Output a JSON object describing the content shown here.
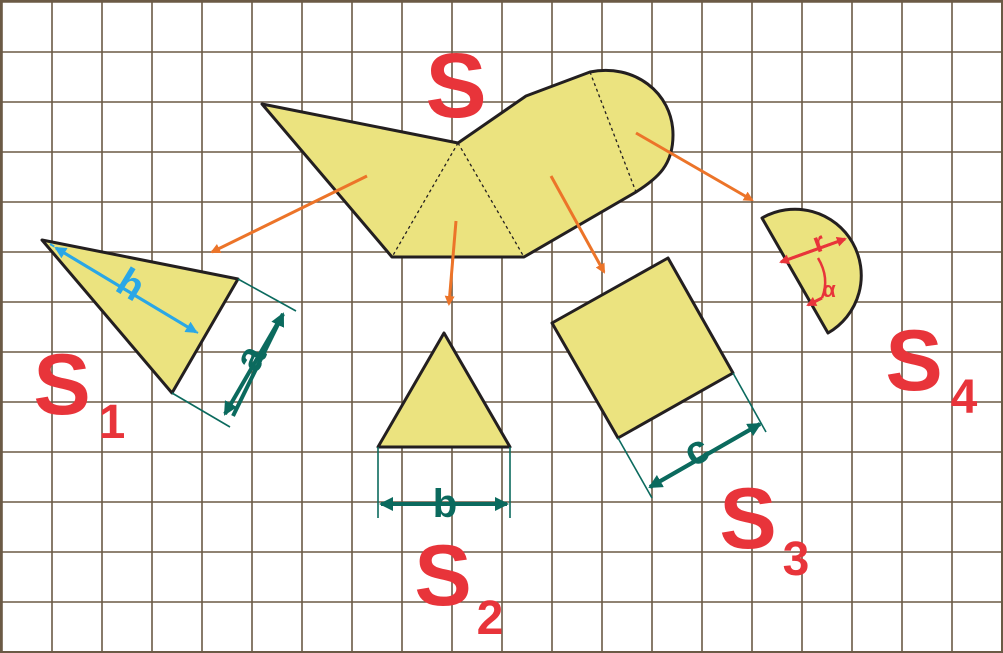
{
  "labels": {
    "main": "S",
    "s1": "S",
    "s1_sub": "1",
    "s2": "S",
    "s2_sub": "2",
    "s3": "S",
    "s3_sub": "3",
    "s4": "S",
    "s4_sub": "4",
    "dim_h": "h",
    "dim_a": "a",
    "dim_b": "b",
    "dim_c": "c",
    "dim_r": "r",
    "dim_alpha": "α"
  },
  "colors": {
    "background": "#ffffff",
    "grid": "#6b5a45",
    "shape_fill": "#ebe37f",
    "outline": "#231f20",
    "label_red": "#e8343a",
    "arrow_orange": "#ec7429",
    "dimension_teal": "#0b6a5e",
    "height_blue": "#2aa7e6"
  }
}
